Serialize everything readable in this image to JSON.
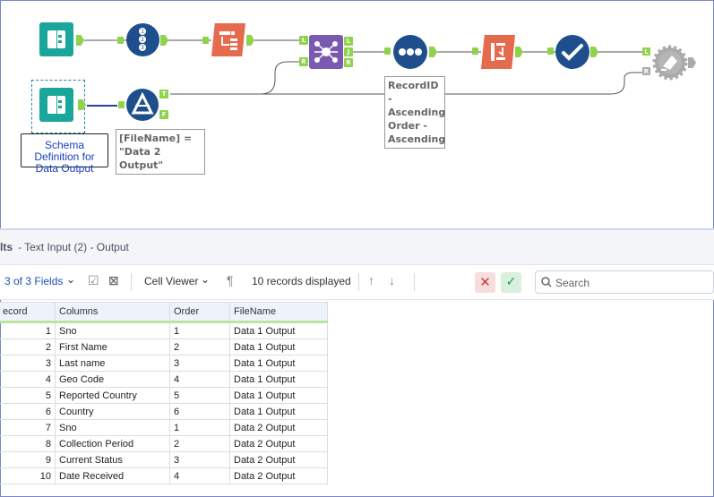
{
  "workflow": {
    "annotations": {
      "schema_definition": "Schema Definition for Data Output",
      "filter_expression": "[FileName] = \"Data 2 Output\"",
      "sort_label": "RecordID - Ascending Order - Ascending"
    },
    "anchors": {
      "join_left": "L",
      "join_right": "R",
      "join_out_left": "L",
      "join_out_join": "J",
      "join_out_right": "R",
      "filter_true": "T",
      "filter_false": "F",
      "output_left": "L",
      "output_right": "R"
    }
  },
  "results": {
    "title_prefix": "lts",
    "title_suffix": "- Text Input (2) - Output",
    "fields_label": "3 of 3 Fields",
    "cell_viewer_label": "Cell Viewer",
    "records_displayed": "10 records displayed",
    "search_placeholder": "Search"
  },
  "table": {
    "headers": [
      "ecord",
      "Columns",
      "Order",
      "FileName"
    ],
    "rows": [
      [
        "1",
        "Sno",
        "1",
        "Data 1 Output"
      ],
      [
        "2",
        "First Name",
        "2",
        "Data 1 Output"
      ],
      [
        "3",
        "Last name",
        "3",
        "Data 1 Output"
      ],
      [
        "4",
        "Geo Code",
        "4",
        "Data 1 Output"
      ],
      [
        "5",
        "Reported Country",
        "5",
        "Data 1 Output"
      ],
      [
        "6",
        "Country",
        "6",
        "Data 1 Output"
      ],
      [
        "7",
        "Sno",
        "1",
        "Data 2 Output"
      ],
      [
        "8",
        "Collection Period",
        "2",
        "Data 2 Output"
      ],
      [
        "9",
        "Current Status",
        "3",
        "Data 2 Output"
      ],
      [
        "10",
        "Date Received",
        "4",
        "Data 2 Output"
      ]
    ]
  },
  "colors": {
    "teal_tool": "#1aa69a",
    "navy_tool": "#1e4f8c",
    "orange_tool": "#e56a4e",
    "purple_tool": "#7a5ab0",
    "anchor_green": "#8fd24b",
    "results_header_bg": "#eef3fb"
  }
}
